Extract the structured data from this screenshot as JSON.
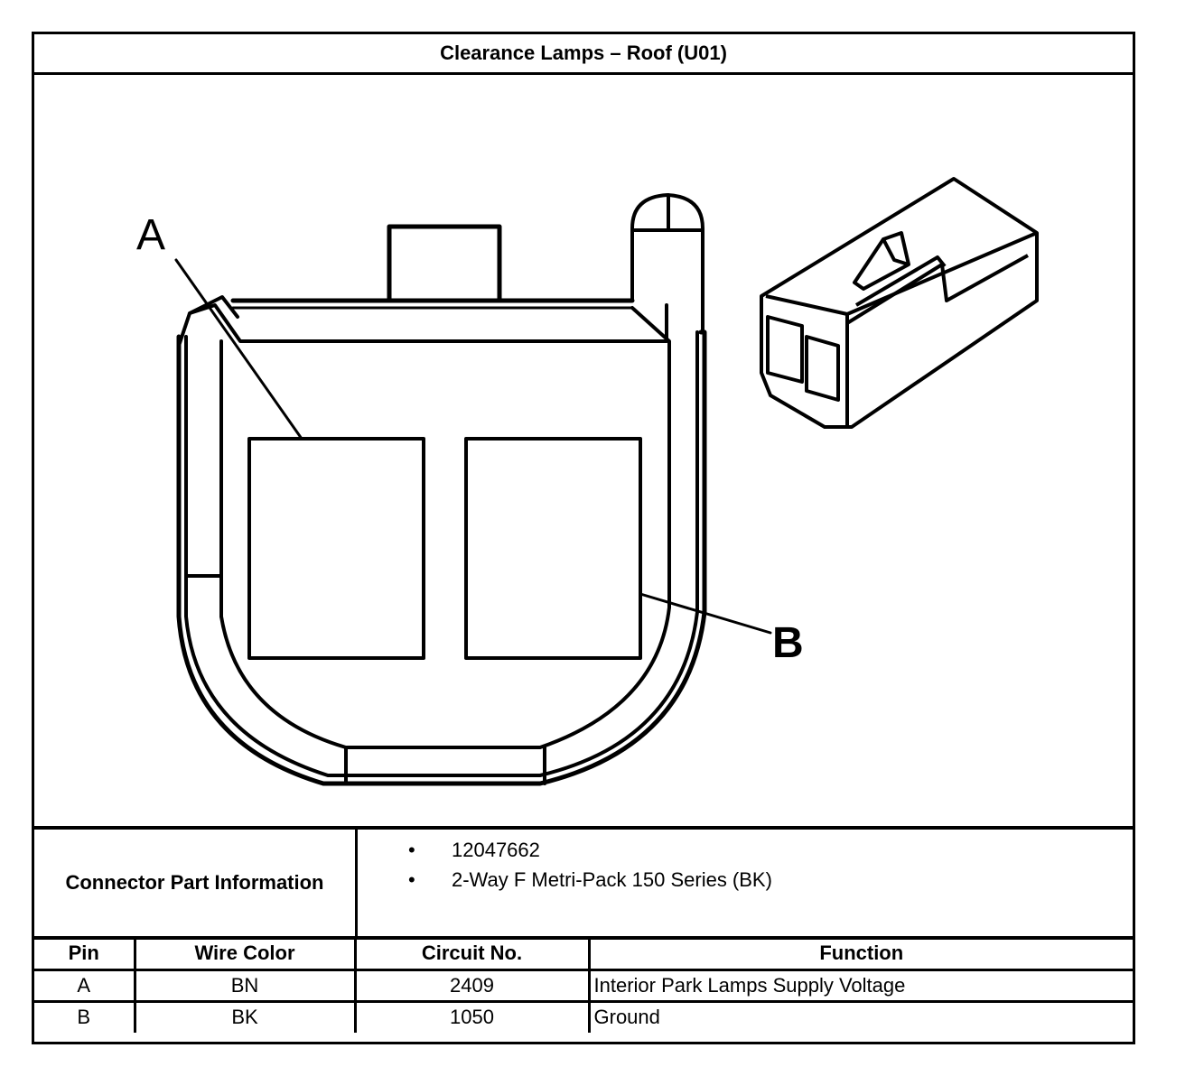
{
  "title": "Clearance Lamps – Roof (U01)",
  "diagram": {
    "pin_labels": [
      "A",
      "B"
    ],
    "colors": {
      "stroke": "#000000",
      "background": "#ffffff"
    }
  },
  "connector_info": {
    "label": "Connector Part Information",
    "items": [
      "12047662",
      "2-Way F Metri-Pack 150 Series (BK)"
    ],
    "bullet": "•"
  },
  "pin_table": {
    "headers": [
      "Pin",
      "Wire Color",
      "Circuit No.",
      "Function"
    ],
    "rows": [
      [
        "A",
        "BN",
        "2409",
        "Interior Park Lamps Supply Voltage"
      ],
      [
        "B",
        "BK",
        "1050",
        "Ground"
      ]
    ]
  }
}
